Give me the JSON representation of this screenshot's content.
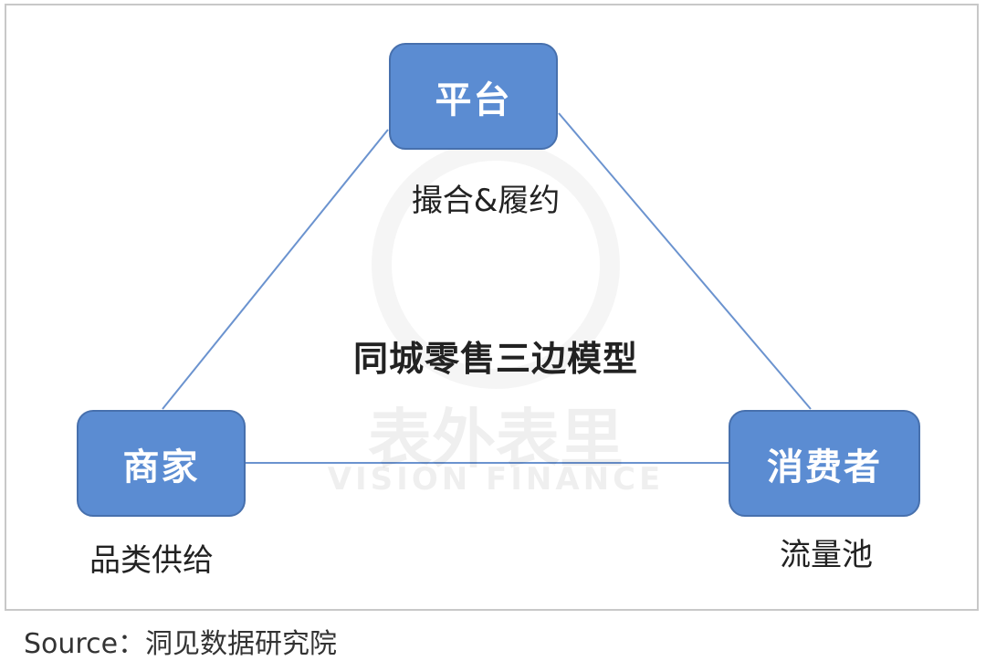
{
  "nodes": {
    "platform": {
      "label": "平台",
      "caption": "撮合&履约"
    },
    "merchant": {
      "label": "商家",
      "caption": "品类供给"
    },
    "consumer": {
      "label": "消费者",
      "caption": "流量池"
    }
  },
  "title": "同城零售三边模型",
  "watermark": {
    "cn": "表外表里",
    "en": "VISION FINANCE"
  },
  "source": "Source：洞见数据研究院",
  "colors": {
    "node_fill": "#5b8cd2",
    "node_border": "#4770ad",
    "line": "#6b93cf"
  }
}
